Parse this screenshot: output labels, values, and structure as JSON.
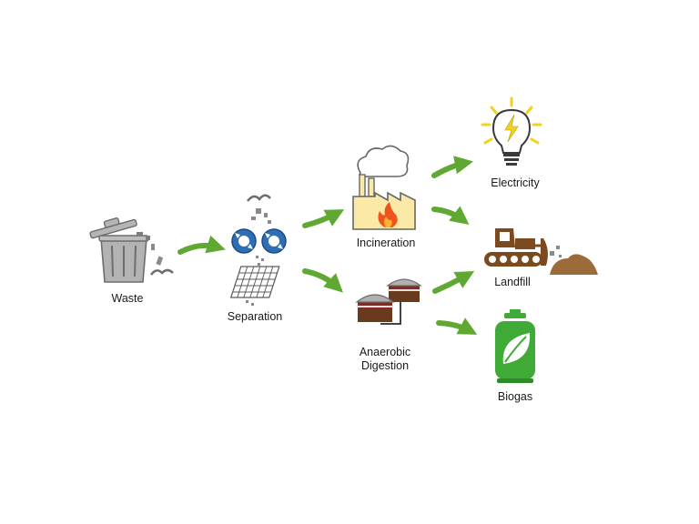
{
  "nodes": {
    "waste": {
      "label": "Waste"
    },
    "separation": {
      "label": "Separation"
    },
    "incineration": {
      "label": "Incineration"
    },
    "anaerobic_digestion": {
      "label_line1": "Anaerobic",
      "label_line2": "Digestion"
    },
    "electricity": {
      "label": "Electricity"
    },
    "landfill": {
      "label": "Landfill"
    },
    "biogas": {
      "label": "Biogas"
    }
  },
  "icons": {
    "waste": "trash-can-icon",
    "separation": "sorting-machine-icon",
    "incineration": "incinerator-factory-icon",
    "anaerobic_digestion": "digester-tanks-icon",
    "electricity": "light-bulb-icon",
    "landfill": "bulldozer-icon",
    "biogas": "gas-cylinder-icon"
  },
  "edges": [
    {
      "from": "Waste",
      "to": "Separation"
    },
    {
      "from": "Separation",
      "to": "Incineration"
    },
    {
      "from": "Separation",
      "to": "Anaerobic Digestion"
    },
    {
      "from": "Incineration",
      "to": "Electricity"
    },
    {
      "from": "Incineration",
      "to": "Landfill"
    },
    {
      "from": "Anaerobic Digestion",
      "to": "Landfill"
    },
    {
      "from": "Anaerobic Digestion",
      "to": "Biogas"
    }
  ],
  "colors": {
    "arrow": "#5fa832",
    "arrow_edge": "#3f7f22",
    "trash_can": "#a9a9a9",
    "separator_drum": "#2f6db5",
    "factory": "#fbe9a8",
    "flame": "#f0541e",
    "bulb_ray": "#f2d21b",
    "bulldozer": "#7b4a1e",
    "soil": "#9c6b3a",
    "cylinder": "#3faa35"
  }
}
